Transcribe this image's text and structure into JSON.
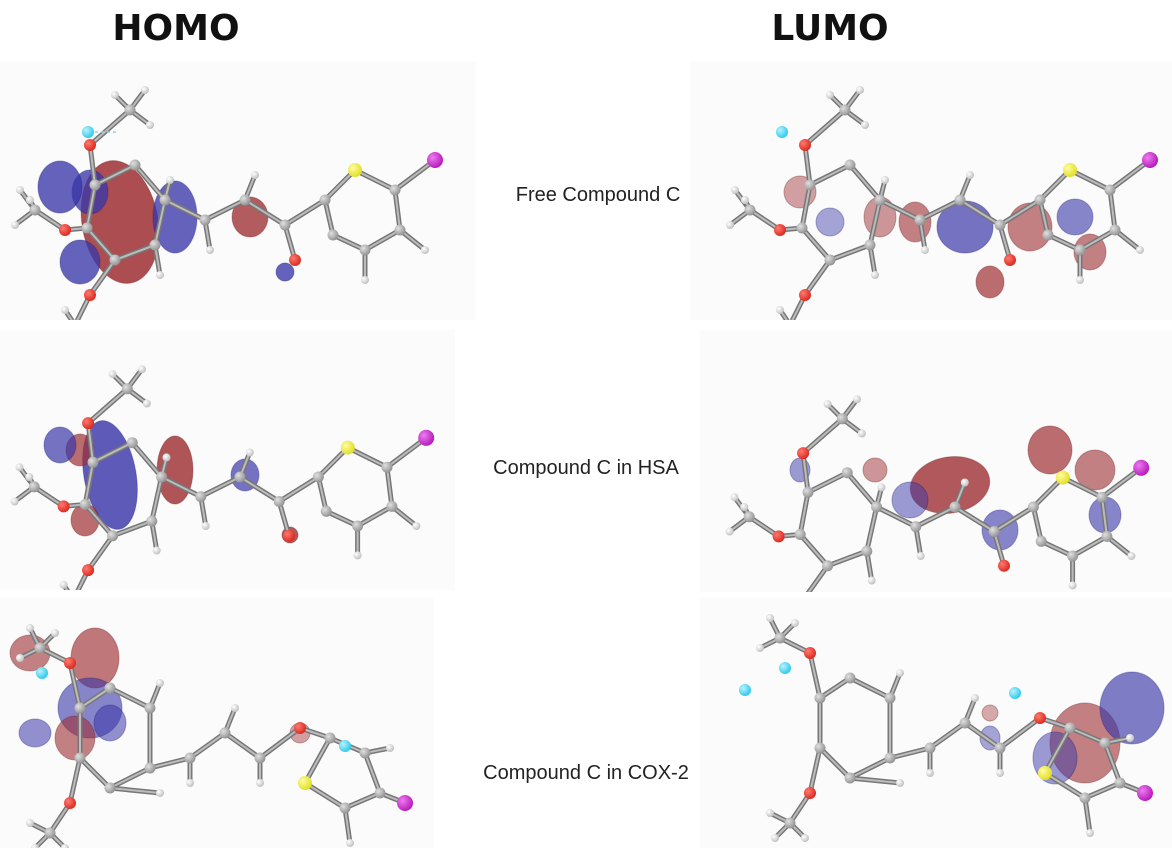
{
  "columns": {
    "left_title": "HOMO",
    "right_title": "LUMO"
  },
  "rows": [
    {
      "label": "Free Compound C"
    },
    {
      "label": "Compound C in HSA"
    },
    {
      "label": "Compound C in COX-2"
    }
  ],
  "colors": {
    "lobe_positive": "#9e2f33",
    "lobe_negative": "#3a37a8",
    "carbon": "#8f8f8f",
    "hydrogen": "#e8e8e8",
    "oxygen": "#d9261c",
    "sulfur": "#e0de1f",
    "iodine": "#b317b8",
    "cation": "#29c7ea"
  }
}
